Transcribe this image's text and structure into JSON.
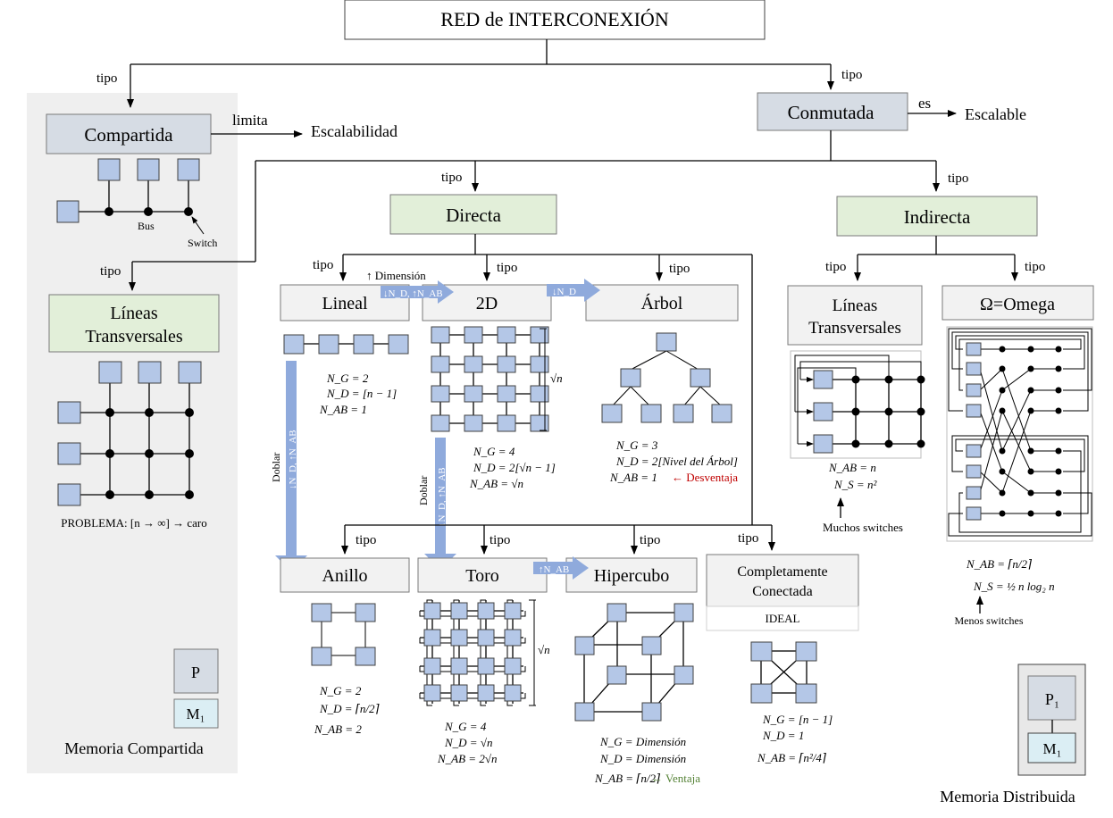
{
  "title": "RED de INTERCONEXIÓN",
  "edge_labels": {
    "tipo": "tipo",
    "limita": "limita",
    "es": "es"
  },
  "compartida": {
    "label": "Compartida",
    "limita_target": "Escalabilidad",
    "bus_label": "Bus",
    "switch_label": "Switch"
  },
  "conmutada": {
    "label": "Conmutada",
    "es_target": "Escalable"
  },
  "lineas_left": {
    "label_line1": "Líneas",
    "label_line2": "Transversales",
    "problema": "PROBLEMA: [n → ∞] → caro"
  },
  "memoria_compartida": {
    "p": "P",
    "m": "M₁",
    "caption": "Memoria Compartida"
  },
  "directa": {
    "label": "Directa"
  },
  "indirecta": {
    "label": "Indirecta"
  },
  "lineal": {
    "label": "Lineal",
    "ng": "N_G = 2",
    "nd": "N_D = [n − 1]",
    "nab": "N_AB = 1"
  },
  "twod": {
    "label": "2D",
    "sqrt_label": "√n",
    "ng": "N_G = 4",
    "nd": "N_D = 2[√n − 1]",
    "nab": "N_AB = √n"
  },
  "arbol": {
    "label": "Árbol",
    "ng": "N_G = 3",
    "nd": "N_D = 2[Nivel del Árbol]",
    "nab": "N_AB = 1",
    "nab_note": "← Desventaja"
  },
  "transitions": {
    "dimension": "↑ Dimensión",
    "lineal_to_2d": "↓N_D, ↑N_AB",
    "twod_to_arbol": "↓N_D",
    "doblar": "Doblar",
    "doblar_sub": "↓N_D, ↑N_AB",
    "toro_to_hiper": "↑N_AB"
  },
  "anillo": {
    "label": "Anillo",
    "ng": "N_G = 2",
    "nd": "N_D = ⌈n/2⌉",
    "nab": "N_AB = 2"
  },
  "toro": {
    "label": "Toro",
    "sqrt_label": "√n",
    "ng": "N_G = 4",
    "nd": "N_D = √n",
    "nab": "N_AB = 2√n"
  },
  "hipercubo": {
    "label": "Hipercubo",
    "ng": "N_G = Dimensión",
    "nd": "N_D = Dimensión",
    "nab": "N_AB = ⌈n/2⌉",
    "nab_note": "← Ventaja"
  },
  "completa": {
    "label_line1": "Completamente",
    "label_line2": "Conectada",
    "ideal": "IDEAL",
    "ng": "N_G = [n − 1]",
    "nd": "N_D = 1",
    "nab": "N_AB = ⌈n²/4⌉"
  },
  "lineas_right": {
    "label_line1": "Líneas",
    "label_line2": "Transversales",
    "nab": "N_AB = n",
    "ns": "N_S = n²",
    "note": "Muchos switches"
  },
  "omega": {
    "label": "Ω=Omega",
    "nab": "N_AB = ⌈n/2⌉",
    "ns": "N_S = ½ n log₂ n",
    "note": "Menos switches"
  },
  "memoria_distribuida": {
    "p": "P₁",
    "m": "M₁",
    "caption": "Memoria Distribuida"
  },
  "colors": {
    "blue_box": "#d6dce4",
    "green_box": "#e2efd9",
    "node": "#b4c7e7",
    "panel": "#efefef",
    "arrow_blue": "#8faadc",
    "desventaja": "#c00000",
    "ventaja": "#548235"
  }
}
